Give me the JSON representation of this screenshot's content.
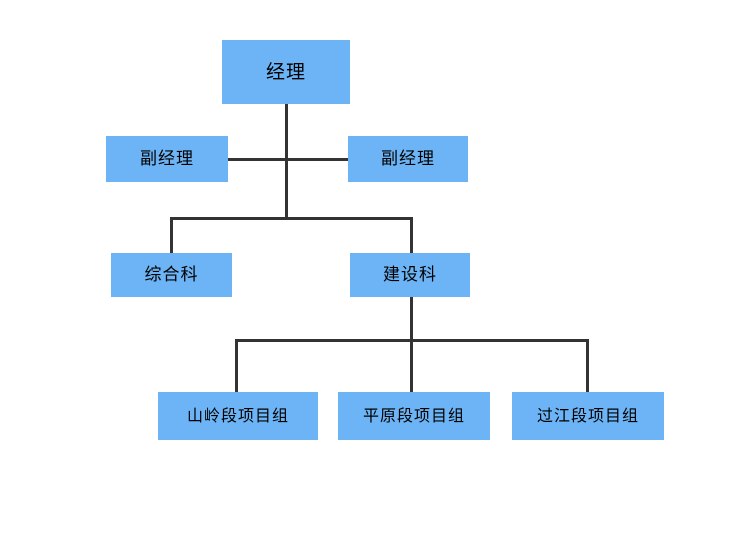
{
  "diagram": {
    "type": "organization-chart",
    "title": "",
    "colors": {
      "node_fill": "#6CB4F5",
      "node_text": "#000000",
      "connector": "#333333",
      "background": "#FFFFFF"
    },
    "levels": [
      {
        "level": 1,
        "nodes": [
          {
            "id": "manager",
            "label": "经理"
          }
        ]
      },
      {
        "level": 2,
        "nodes": [
          {
            "id": "deputy-manager-left",
            "label": "副经理"
          },
          {
            "id": "deputy-manager-right",
            "label": "副经理"
          }
        ]
      },
      {
        "level": 3,
        "nodes": [
          {
            "id": "general-affairs-section",
            "label": "综合科"
          },
          {
            "id": "construction-section",
            "label": "建设科"
          }
        ]
      },
      {
        "level": 4,
        "nodes": [
          {
            "id": "mountain-section-project-team",
            "label": "山岭段项目组"
          },
          {
            "id": "plain-section-project-team",
            "label": "平原段项目组"
          },
          {
            "id": "river-crossing-section-project-team",
            "label": "过江段项目组"
          }
        ]
      }
    ],
    "nodes": {
      "manager": "经理",
      "deputy_manager_left": "副经理",
      "deputy_manager_right": "副经理",
      "general_affairs_section": "综合科",
      "construction_section": "建设科",
      "mountain_project_team": "山岭段项目组",
      "plain_project_team": "平原段项目组",
      "river_crossing_project_team": "过江段项目组"
    },
    "edges": [
      {
        "from": "manager",
        "to": "deputy-manager-left"
      },
      {
        "from": "manager",
        "to": "deputy-manager-right"
      },
      {
        "from": "manager",
        "to": "general-affairs-section"
      },
      {
        "from": "manager",
        "to": "construction-section"
      },
      {
        "from": "construction-section",
        "to": "mountain-section-project-team"
      },
      {
        "from": "construction-section",
        "to": "plain-section-project-team"
      },
      {
        "from": "construction-section",
        "to": "river-crossing-section-project-team"
      }
    ]
  }
}
